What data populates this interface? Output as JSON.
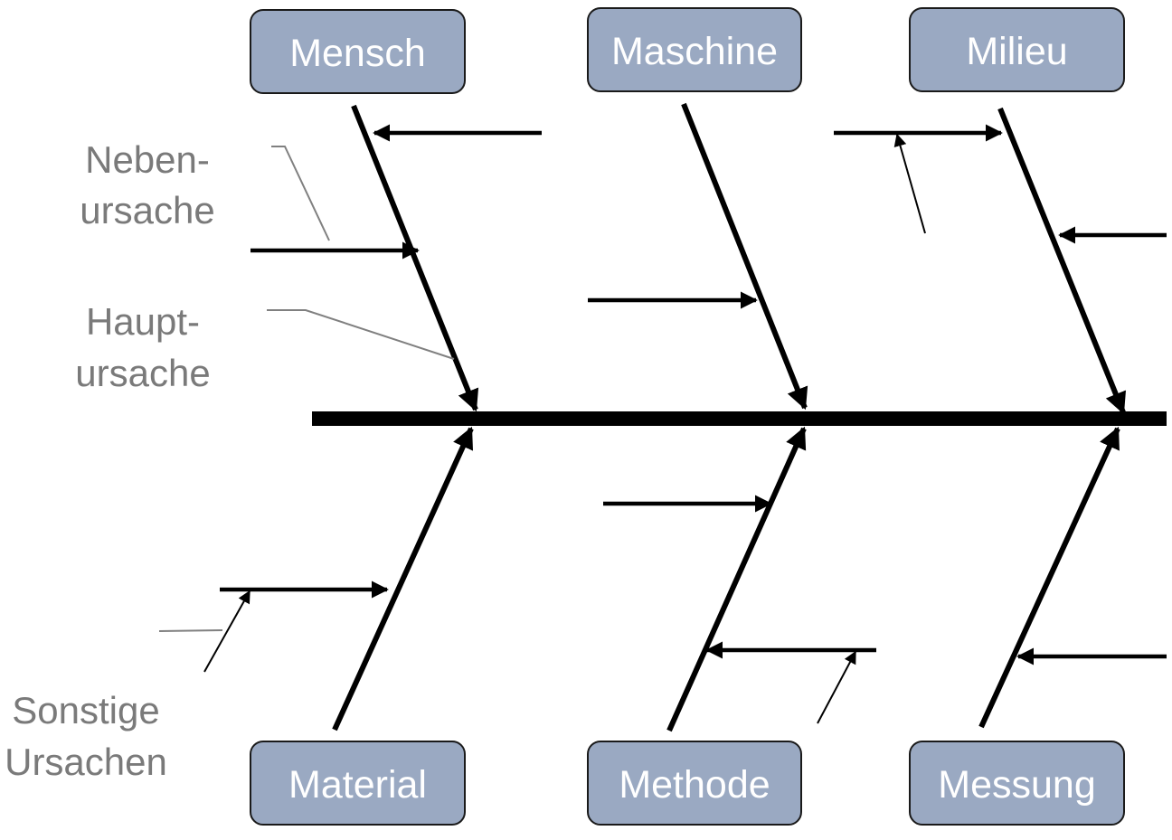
{
  "categories": {
    "top": [
      "Mensch",
      "Maschine",
      "Milieu"
    ],
    "bottom": [
      "Material",
      "Methode",
      "Messung"
    ]
  },
  "legend": {
    "nebenursache_line1": "Neben-",
    "nebenursache_line2": "ursache",
    "hauptursache_line1": "Haupt-",
    "hauptursache_line2": "ursache",
    "sonstige_line1": "Sonstige",
    "sonstige_line2": "Ursachen"
  },
  "colors": {
    "box_fill": "#9aa9c2",
    "box_stroke": "#1a1a1a",
    "box_text": "#ffffff",
    "legend_text": "#7a7a7a",
    "lines": "#000000",
    "leader_lines": "#808080"
  }
}
